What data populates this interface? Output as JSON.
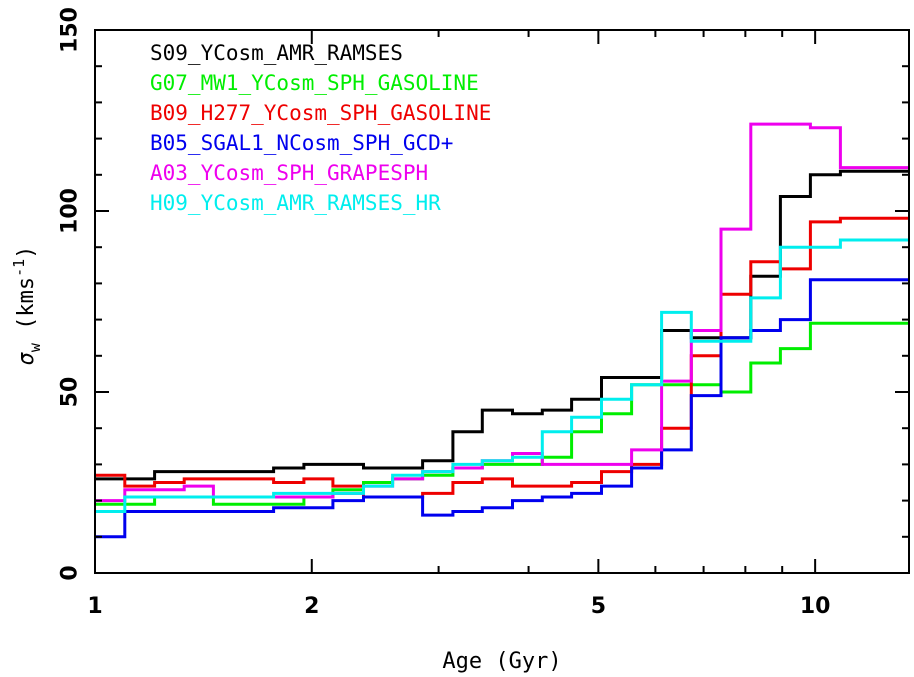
{
  "chart_data": {
    "type": "line",
    "title": "",
    "xlabel": "Age (Gyr)",
    "ylabel_sym": "σ",
    "ylabel_sub": "w",
    "ylabel_unit_open": " (kms",
    "ylabel_unit_exp": "-1",
    "ylabel_unit_close": ")",
    "x_scale": "log",
    "xlim": [
      1,
      13.5
    ],
    "ylim": [
      0,
      150
    ],
    "x_ticks": [
      1,
      2,
      5,
      10
    ],
    "x_tick_labels": [
      "1",
      "2",
      "5",
      "10"
    ],
    "y_ticks": [
      0,
      50,
      100,
      150
    ],
    "y_tick_labels": [
      "0",
      "50",
      "100",
      "150"
    ],
    "grid": false,
    "legend_position": "top-left",
    "bin_edges": [
      1.0,
      1.1,
      1.21,
      1.33,
      1.46,
      1.61,
      1.77,
      1.95,
      2.14,
      2.36,
      2.59,
      2.85,
      3.14,
      3.45,
      3.8,
      4.18,
      4.59,
      5.05,
      5.56,
      6.12,
      6.73,
      7.4,
      8.14,
      8.95,
      9.85,
      10.84,
      11.92,
      13.5
    ],
    "series": [
      {
        "name": "S09_YCosm_AMR_RAMSES",
        "color": "#000000",
        "values": [
          26,
          26,
          28,
          28,
          28,
          28,
          29,
          30,
          30,
          29,
          29,
          31,
          39,
          45,
          44,
          45,
          48,
          54,
          54,
          67,
          65,
          65,
          82,
          104,
          110,
          111,
          111
        ]
      },
      {
        "name": "G07_MW1_YCosm_SPH_GASOLINE",
        "color": "#00ee00",
        "values": [
          19,
          19,
          21,
          21,
          19,
          19,
          19,
          21,
          23,
          25,
          26,
          27,
          29,
          30,
          30,
          32,
          39,
          44,
          52,
          52,
          52,
          50,
          58,
          62,
          69,
          69,
          69
        ]
      },
      {
        "name": "B09_H277_YCosm_SPH_GASOLINE",
        "color": "#ee0000",
        "values": [
          27,
          24,
          25,
          26,
          26,
          26,
          25,
          26,
          24,
          21,
          21,
          22,
          25,
          26,
          24,
          24,
          25,
          28,
          30,
          40,
          60,
          77,
          86,
          84,
          97,
          98,
          98
        ]
      },
      {
        "name": "B05_SGAL1_NCosm_SPH_GCD+",
        "color": "#0000ee",
        "values": [
          10,
          17,
          17,
          17,
          17,
          17,
          18,
          18,
          20,
          21,
          21,
          16,
          17,
          18,
          20,
          21,
          22,
          24,
          29,
          34,
          49,
          65,
          67,
          70,
          81,
          81,
          81
        ]
      },
      {
        "name": "A03_YCosm_SPH_GRAPESPH",
        "color": "#ee00ee",
        "values": [
          20,
          23,
          23,
          24,
          21,
          21,
          21,
          21,
          22,
          24,
          26,
          28,
          29,
          31,
          33,
          30,
          30,
          30,
          34,
          53,
          67,
          95,
          124,
          124,
          123,
          112,
          112
        ]
      },
      {
        "name": "H09_YCosm_AMR_RAMSES_HR",
        "color": "#00eeee",
        "values": [
          17,
          21,
          21,
          21,
          21,
          21,
          22,
          22,
          22,
          24,
          27,
          28,
          30,
          31,
          32,
          39,
          43,
          48,
          52,
          72,
          64,
          64,
          76,
          90,
          90,
          92,
          92
        ]
      }
    ]
  }
}
